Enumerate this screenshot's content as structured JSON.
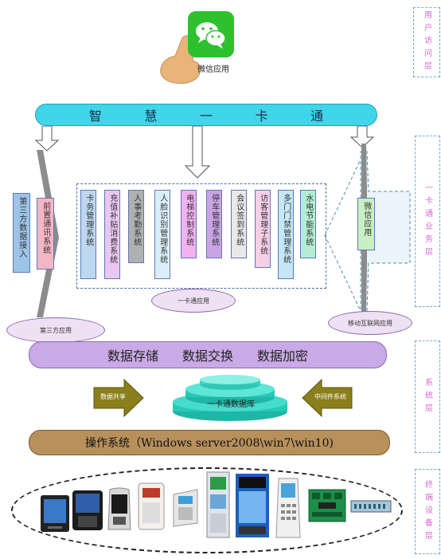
{
  "top_app": {
    "label": "微信应用"
  },
  "banner": {
    "title": "智慧一卡通",
    "chars": [
      "智",
      "慧",
      "一",
      "卡",
      "通"
    ]
  },
  "layers": [
    {
      "id": "user",
      "label": "用户访问层"
    },
    {
      "id": "business",
      "label": "一卡通业务层"
    },
    {
      "id": "system",
      "label": "系统层"
    },
    {
      "id": "device",
      "label": "终端设备层"
    }
  ],
  "left_modules": [
    {
      "label": "第三方数据接入",
      "color": "#9dc3e6"
    },
    {
      "label": "前置通讯系统",
      "color": "#f4b6c2"
    }
  ],
  "modules": [
    {
      "label": "卡务管理系统",
      "color": "#bdd7ee"
    },
    {
      "label": "充值补贴消费系统",
      "color": "#eac7f0"
    },
    {
      "label": "人事考勤系统",
      "color": "#b0b0b0"
    },
    {
      "label": "人脸识别管理系统",
      "color": "#dbeef8"
    },
    {
      "label": "电梯控制系统",
      "color": "#f3b2ef"
    },
    {
      "label": "停车管理系统",
      "color": "#c9a3e3"
    },
    {
      "label": "会议签到系统",
      "color": "#e9e9e9"
    },
    {
      "label": "访客管理子系统",
      "color": "#f7cfe6"
    },
    {
      "label": "多门门禁管理系统",
      "color": "#c6e7f7"
    },
    {
      "label": "水电节能系统",
      "color": "#b3eed2"
    }
  ],
  "right_module": {
    "label": "微信应用",
    "color": "#c9f0c4"
  },
  "ovals": {
    "card_apps": "一卡通应用",
    "third_party": "第三方应用",
    "mobile": "移动互联网应用"
  },
  "data_bar": {
    "items": [
      "数据存储",
      "数据交换",
      "数据加密"
    ]
  },
  "database": {
    "label": "一卡通数据库"
  },
  "arrows": {
    "share": "数据共享",
    "middleware": "中间件系统"
  },
  "os_bar": {
    "label": "操作系统（Windows server2008\\win7\\win10)"
  },
  "colors": {
    "banner": "#3ed6e8",
    "data_bar": "#c9a9e6",
    "os_bar": "#b8905c",
    "database": "#2fd6c4",
    "arrow_fill": "#8a7f1a",
    "layer_text": "#d36bd3"
  },
  "devices": [
    "face-terminal-icon",
    "attendance-terminal-icon",
    "face-reader-icon",
    "consumption-terminal-icon",
    "card-reader-icon",
    "kiosk-icon",
    "parking-gate-icon",
    "handheld-terminal-icon",
    "controller-board-icon",
    "controller-strip-icon"
  ]
}
